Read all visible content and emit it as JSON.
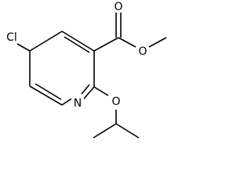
{
  "molecule": {
    "atoms": {
      "chlorine": "Cl",
      "ring_nitrogen": "N",
      "carbonyl_oxygen": "O",
      "ester_oxygen": "O",
      "ether_oxygen": "O"
    },
    "colors": {
      "bond": "#000000",
      "label": "#000000",
      "background": "#ffffff"
    }
  }
}
